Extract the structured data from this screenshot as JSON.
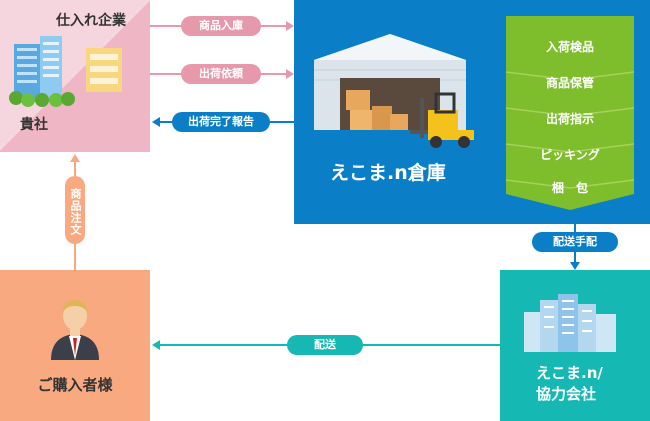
{
  "company": {
    "title": "仕入れ企業",
    "name": "貴社"
  },
  "warehouse": {
    "name": "えこま.n倉庫"
  },
  "flows": {
    "inbound": "商品入庫",
    "ship_request": "出荷依頼",
    "ship_report": "出荷完了報告",
    "delivery_arrangement": "配送手配",
    "delivery": "配送",
    "order": "商品注文"
  },
  "process_steps": [
    "入荷検品",
    "商品保管",
    "出荷指示",
    "ピッキング",
    "梱　包"
  ],
  "partner": {
    "line1": "えこま.n/",
    "line2": "協力会社"
  },
  "customer": {
    "name": "ご購入者様"
  },
  "colors": {
    "company_bg": "#f3c8d3",
    "warehouse_bg": "#0a7fc8",
    "process_green": "#7ebd2c",
    "partner_bg": "#16b8b3",
    "customer_bg": "#f9a97f",
    "pink_pill": "#e599ab",
    "blue_pill": "#0a7fc8",
    "green_pill": "#16b8b3",
    "orange_pill": "#f9a97f"
  }
}
